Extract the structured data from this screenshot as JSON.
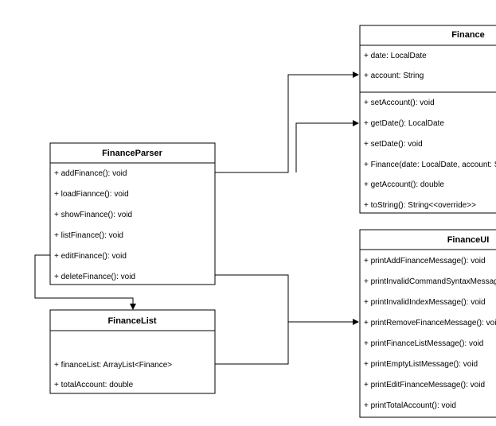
{
  "finance": {
    "title": "Finance",
    "attributes": [
      "+ date: LocalDate",
      "+ account: String"
    ],
    "methods": [
      "+ setAccount(): void",
      "+ getDate(): LocalDate",
      "+ setDate(): void",
      "+ Finance(date: LocalDate, account: String)",
      "+ getAccount(): double",
      "+ toString(): String<<override>>"
    ]
  },
  "finance_parser": {
    "title": "FinanceParser",
    "methods": [
      "+ addFinance(): void",
      "+ loadFiannce(): void",
      "+ showFinance(): void",
      "+ listFinance(): void",
      "+ editFinance(): void",
      "+ deleteFinance(): void"
    ]
  },
  "finance_list": {
    "title": "FinanceList",
    "attributes": [
      "+ financeList: ArrayList<Finance>",
      "+ totalAccount: double"
    ]
  },
  "finance_ui": {
    "title": "FinanceUI",
    "methods": [
      "+ printAddFinanceMessage(): void",
      "+ printInvalidCommandSyntaxMessage(): void",
      "+ printInvalidIndexMessage(): void",
      "+ printRemoveFinanceMessage(): void",
      "+ printFinanceListMessage(): void",
      "+ printEmptyListMessage(): void",
      "+ printEditFinanceMessage(): void",
      "+ printTotalAccount(): void"
    ]
  }
}
